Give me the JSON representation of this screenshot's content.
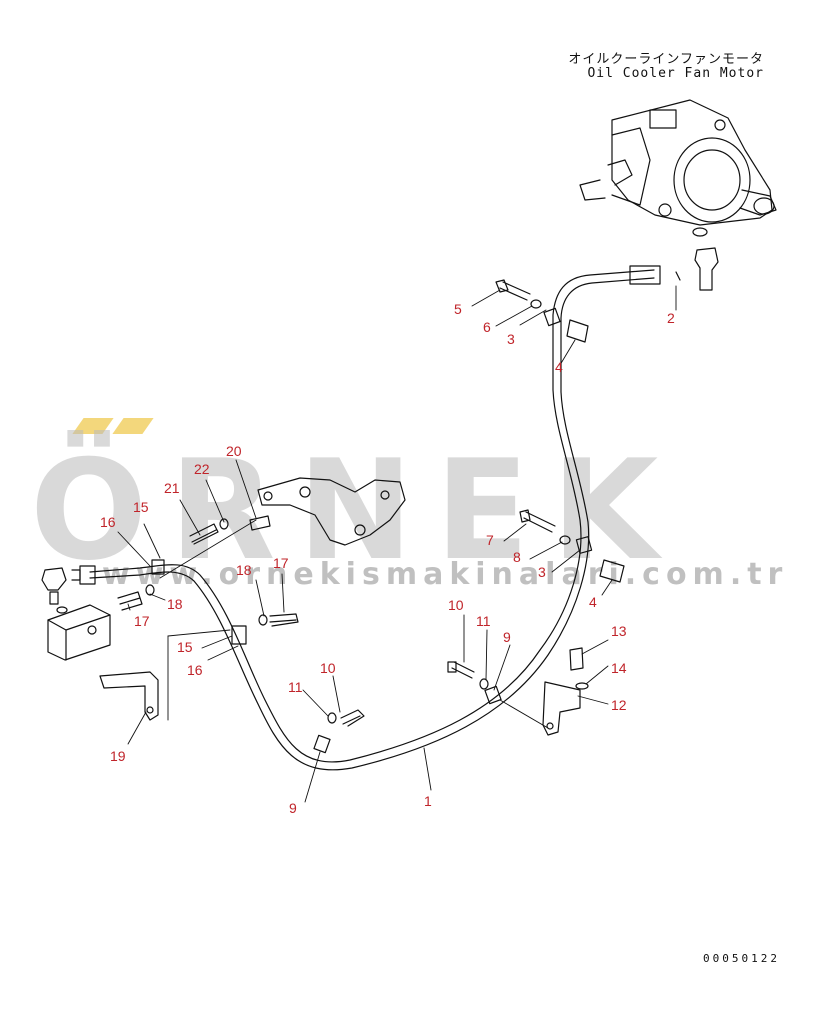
{
  "title": {
    "japanese": "オイルクーラインファンモータ",
    "english": "Oil Cooler Fan Motor"
  },
  "drawing_number": "00050122",
  "watermark": {
    "brand": "ÖRNEK",
    "url": "www.ornekismakinalari.com.tr",
    "accent_color": "#f3d77c",
    "text_color": "#b9b9b9"
  },
  "callout_color": "#c0242a",
  "line_color": "#111111",
  "callouts": [
    "1",
    "2",
    "3",
    "3",
    "4",
    "4",
    "5",
    "6",
    "7",
    "8",
    "9",
    "9",
    "10",
    "10",
    "11",
    "11",
    "12",
    "13",
    "14",
    "15",
    "15",
    "16",
    "16",
    "17",
    "17",
    "18",
    "18",
    "19",
    "20",
    "21",
    "22"
  ]
}
